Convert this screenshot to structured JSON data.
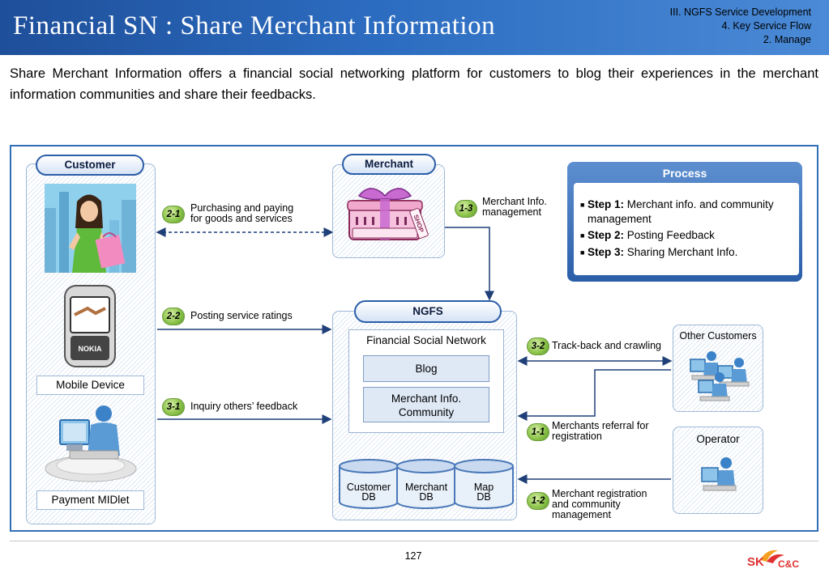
{
  "header": {
    "title": "Financial SN : Share Merchant Information",
    "nav": [
      "III. NGFS Service Development",
      "4. Key Service Flow",
      "2. Manage"
    ]
  },
  "intro": "Share Merchant Information offers a financial social networking platform for customers to blog their experiences in the merchant information communities and share their feedbacks.",
  "customer": {
    "title": "Customer",
    "mobile_label": "Mobile Device",
    "midlet_label": "Payment MIDlet",
    "phone_brand": "NOKIA"
  },
  "merchant": {
    "title": "Merchant",
    "shop_sign": "SHOP"
  },
  "ngfs": {
    "title": "NGFS",
    "network_label": "Financial Social Network",
    "blog": "Blog",
    "community": "Merchant Info. Community",
    "dbs": [
      {
        "line1": "Customer",
        "line2": "DB"
      },
      {
        "line1": "Merchant",
        "line2": "DB"
      },
      {
        "line1": "Map",
        "line2": "DB"
      }
    ]
  },
  "process": {
    "title": "Process",
    "steps": [
      {
        "key": "Step 1:",
        "text": "Merchant info. and community management"
      },
      {
        "key": "Step 2:",
        "text": "Posting Feedback"
      },
      {
        "key": "Step 3:",
        "text": "Sharing Merchant Info."
      }
    ]
  },
  "other_customers": "Other Customers",
  "operator": "Operator",
  "flows": [
    {
      "badge": "2-1",
      "line1": "Purchasing and paying",
      "line2": "for goods and services"
    },
    {
      "badge": "1-3",
      "line1": "Merchant Info.",
      "line2": "management"
    },
    {
      "badge": "2-2",
      "line1": "Posting service ratings",
      "line2": ""
    },
    {
      "badge": "3-1",
      "line1": "Inquiry others’ feedback",
      "line2": ""
    },
    {
      "badge": "3-2",
      "line1": "Track-back and crawling",
      "line2": ""
    },
    {
      "badge": "1-1",
      "line1": "Merchants referral for",
      "line2": "registration"
    },
    {
      "badge": "1-2",
      "line1": "Merchant registration",
      "line2": "and community",
      "line3": "management"
    }
  ],
  "page_number": "127",
  "logo": {
    "sk": "SK",
    "cc": "C&C"
  },
  "colors": {
    "header": "#2c6cc0",
    "frame": "#2f6fb8",
    "badge": "#8cc34a",
    "process": "#2a5ea8"
  }
}
